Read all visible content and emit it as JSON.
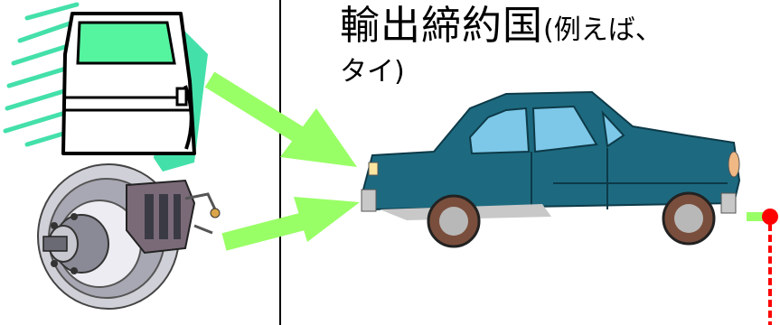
{
  "title": {
    "main": "輸出締約国",
    "sub": "(例えば、",
    "line2": "タイ)"
  },
  "icons": {
    "door": "car-door-icon",
    "brake": "brake-disc-icon",
    "car": "car-icon",
    "arrow_top": "arrow-right-icon",
    "arrow_bottom": "arrow-right-icon",
    "connector": "connector-dot-icon"
  },
  "colors": {
    "arrow": "#99ff66",
    "car_body": "#1d6a80",
    "door_glass": "#55f5a0",
    "door_stripes": "#44e0aa",
    "connector_line": "#ff0000",
    "connector_dot": "#ff0000",
    "divider": "#000000"
  }
}
